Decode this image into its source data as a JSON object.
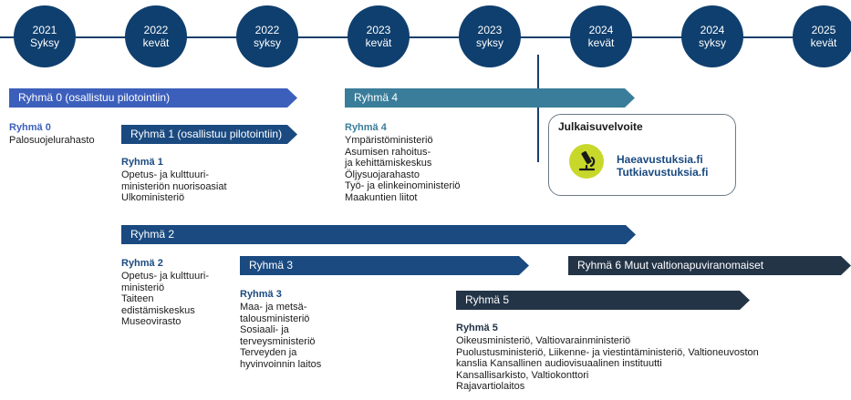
{
  "timeline": [
    {
      "year": "2021",
      "season": "Syksy"
    },
    {
      "year": "2022",
      "season": "kevät"
    },
    {
      "year": "2022",
      "season": "syksy"
    },
    {
      "year": "2023",
      "season": "kevät"
    },
    {
      "year": "2023",
      "season": "syksy"
    },
    {
      "year": "2024",
      "season": "kevät"
    },
    {
      "year": "2024",
      "season": "syksy"
    },
    {
      "year": "2025",
      "season": "kevät"
    }
  ],
  "arrows": {
    "group0": "Ryhmä 0 (osallistuu pilotointiin)",
    "group1": "Ryhmä 1 (osallistuu pilotointiin)",
    "group2": "Ryhmä 2",
    "group3": "Ryhmä 3",
    "group4": "Ryhmä 4",
    "group5": "Ryhmä 5",
    "group6": "Ryhmä 6  Muut valtionapuviranomaiset"
  },
  "groups": {
    "g0": {
      "title": "Ryhmä 0",
      "lines": [
        "Palosuojelurahasto"
      ]
    },
    "g1": {
      "title": "Ryhmä 1",
      "lines": [
        "Opetus- ja kulttuuri-",
        "ministeriön nuorisoasiat",
        "Ulkoministeriö"
      ]
    },
    "g2": {
      "title": "Ryhmä 2",
      "lines": [
        "Opetus- ja kulttuuri-",
        "ministeriö",
        "Taiteen",
        "edistämiskeskus",
        "Museovirasto"
      ]
    },
    "g3": {
      "title": "Ryhmä 3",
      "lines": [
        "Maa- ja metsä-",
        "talousministeriö",
        "Sosiaali- ja",
        "terveysministeriö",
        "Terveyden ja",
        "hyvinvoinnin laitos"
      ]
    },
    "g4": {
      "title": "Ryhmä 4",
      "lines": [
        "Ympäristöministeriö",
        "Asumisen rahoitus-",
        "ja kehittämiskeskus",
        "Öljysuojarahasto",
        "Työ- ja elinkeinoministeriö",
        "Maakuntien liitot"
      ]
    },
    "g5": {
      "title": "Ryhmä 5",
      "lines": [
        "Oikeusministeriö, Valtiovarainministeriö",
        "Puolustusministeriö, Liikenne- ja viestintäministeriö, Valtioneuvoston",
        "kanslia Kansallinen audiovisuaalinen instituutti",
        "Kansallisarkisto, Valtiokonttori",
        "Rajavartiolaitos"
      ]
    }
  },
  "publication": {
    "title": "Julkaisuvelvoite",
    "link1": "Haeavustuksia.fi",
    "link2": "Tutkiavustuksia.fi",
    "icon": "microscope-icon"
  },
  "colors": {
    "circle": "#0f3f6e",
    "group0": "#3c5fbc",
    "group4": "#3a7d9a",
    "group1_2_3": "#1a4a80",
    "group5_6": "#233447",
    "icon_bg": "#c8d82b"
  }
}
